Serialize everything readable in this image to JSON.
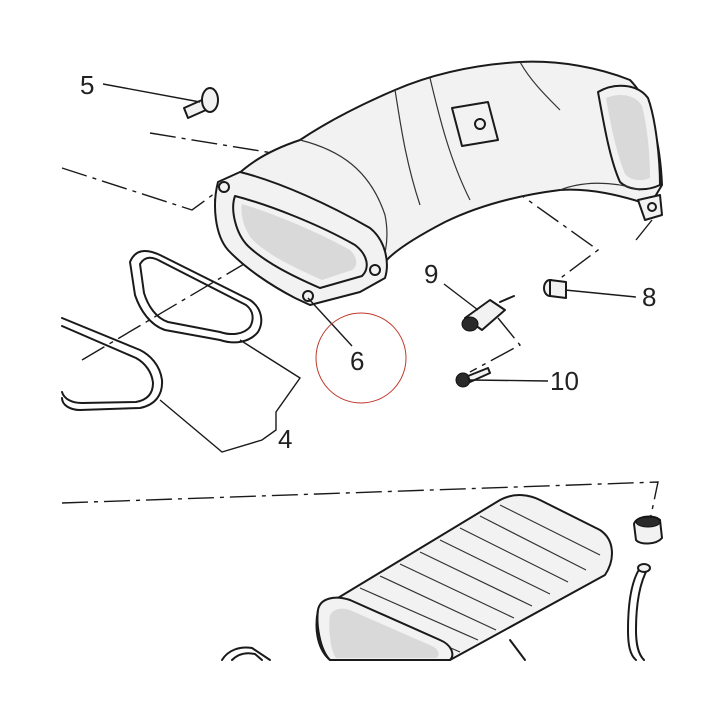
{
  "diagram": {
    "callouts": [
      {
        "id": "5",
        "label": "5"
      },
      {
        "id": "9",
        "label": "9"
      },
      {
        "id": "8",
        "label": "8"
      },
      {
        "id": "6",
        "label": "6"
      },
      {
        "id": "10",
        "label": "10"
      },
      {
        "id": "4",
        "label": "4"
      }
    ],
    "highlight_color": "#c0392b"
  }
}
